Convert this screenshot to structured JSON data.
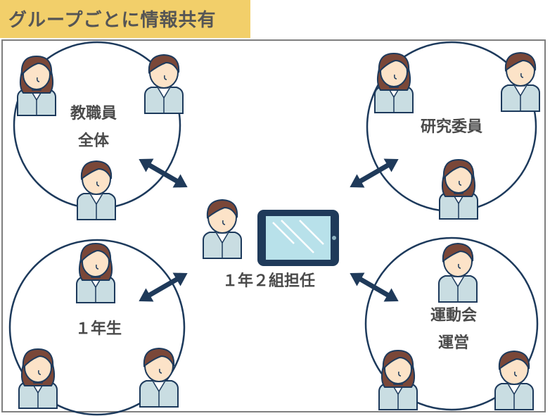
{
  "title": "グループごとに情報共有",
  "center": {
    "label": "１年２組担任"
  },
  "groups": {
    "staff": {
      "line1": "教職員",
      "line2": "全体"
    },
    "research": {
      "line1": "研究委員"
    },
    "grade": {
      "line1": "１年生"
    },
    "sports": {
      "line1": "運動会",
      "line2": "運営"
    }
  },
  "colors": {
    "banner": "#f2cf6a",
    "circle": "#1d3a5c",
    "arrow": "#1f3a5a",
    "hair": "#7a4738",
    "skin": "#fce3c8",
    "suit": "#c9dde2"
  }
}
